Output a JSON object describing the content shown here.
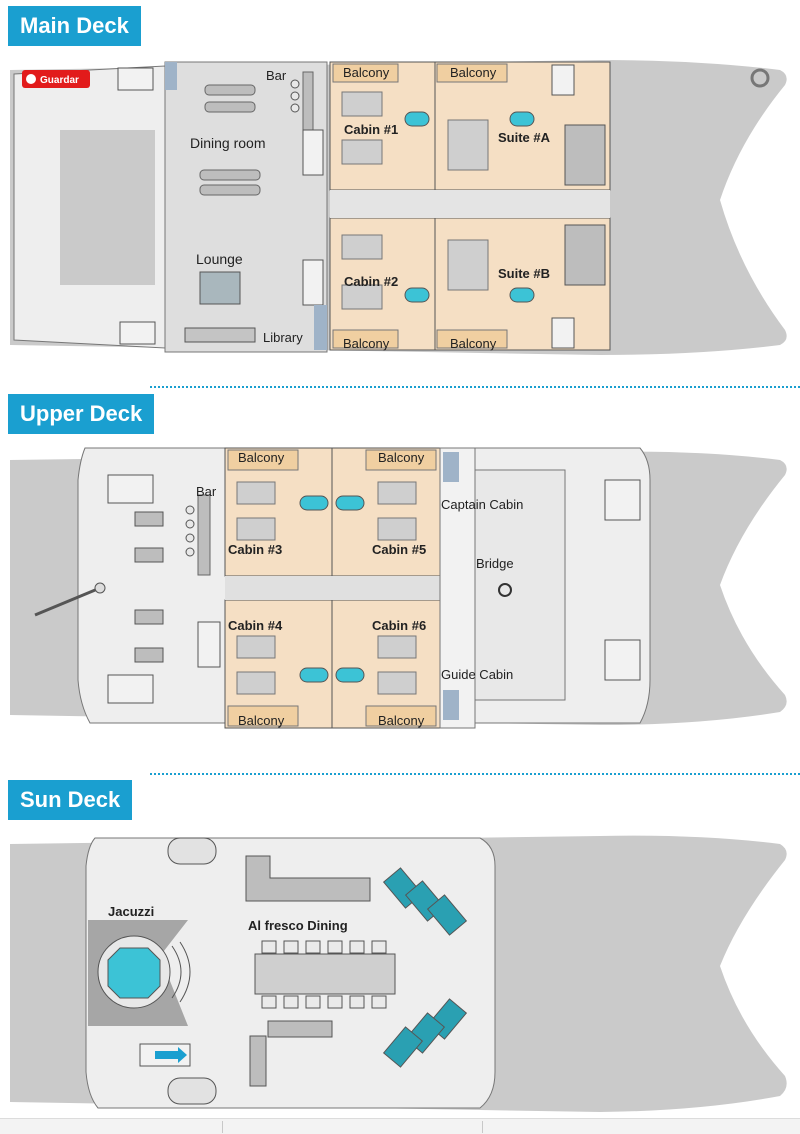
{
  "decks": {
    "main": {
      "title": "Main Deck",
      "labels": {
        "guardar": "Guardar",
        "bar": "Bar",
        "dining_room": "Dining room",
        "lounge": "Lounge",
        "library": "Library",
        "cabin1": "Cabin #1",
        "cabin2": "Cabin #2",
        "suiteA": "Suite #A",
        "suiteB": "Suite #B",
        "balcony": "Balcony"
      }
    },
    "upper": {
      "title": "Upper Deck",
      "labels": {
        "bar": "Bar",
        "cabin3": "Cabin #3",
        "cabin4": "Cabin #4",
        "cabin5": "Cabin #5",
        "cabin6": "Cabin #6",
        "captain_cabin": "Captain Cabin",
        "guide_cabin": "Guide Cabin",
        "bridge": "Bridge",
        "balcony": "Balcony"
      }
    },
    "sun": {
      "title": "Sun Deck",
      "labels": {
        "jacuzzi": "Jacuzzi",
        "al_fresco": "Al fresco Dining"
      }
    }
  },
  "colors": {
    "accent": "#1a9fd0",
    "hull": "#c9c9c9",
    "deck": "#eaeaea",
    "cabin": "#f5dfc4",
    "water": "#3cc3d6",
    "lounger": "#2aa0b2",
    "alert": "#e21b1b"
  }
}
